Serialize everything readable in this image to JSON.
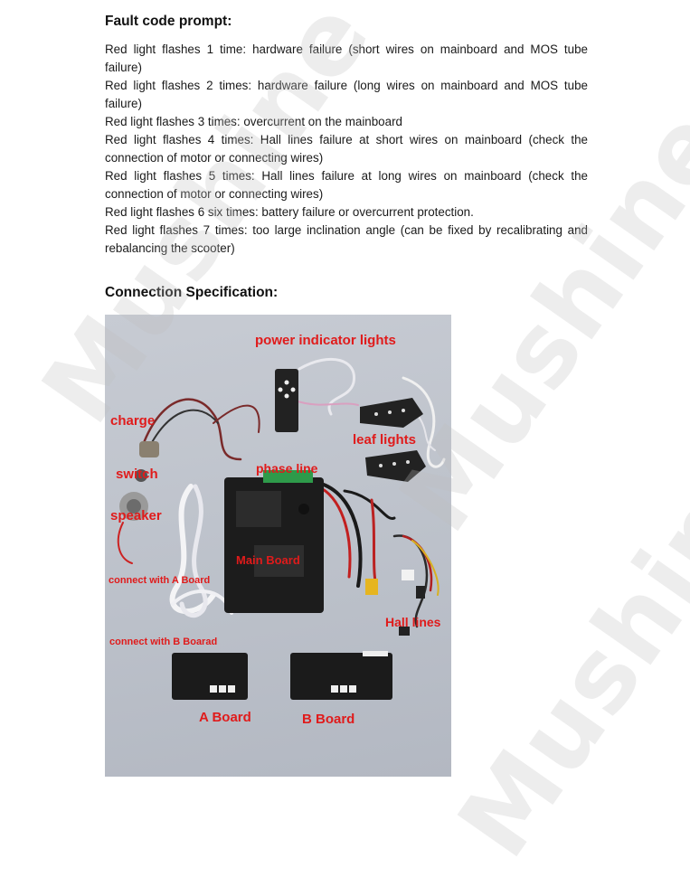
{
  "fault_section": {
    "title": "Fault code prompt:",
    "items": [
      "Red light flashes 1 time: hardware failure (short wires on mainboard and MOS tube failure)",
      "Red light flashes 2 times: hardware failure (long wires on mainboard and MOS tube failure)",
      "Red light flashes 3 times: overcurrent on the mainboard",
      "Red light flashes 4 times: Hall lines failure at short wires on mainboard (check the connection of motor or connecting wires)",
      "Red light flashes 5 times: Hall lines failure at long wires on mainboard (check the connection of motor or connecting wires)",
      "Red light flashes 6 six times: battery failure or overcurrent protection.",
      "Red light flashes 7 times: too large inclination angle (can be fixed by recalibrating and rebalancing the scooter)"
    ]
  },
  "connection_section": {
    "title": "Connection Specification:",
    "labels": {
      "power_indicator": "power indicator lights",
      "charge": "charge",
      "leaf_lights": "leaf lights",
      "switch": "switch",
      "phase_line": "phase line",
      "speaker": "speaker",
      "main_board": "Main Board",
      "connect_a": "connect with A Board",
      "hall_lines": "Hall lines",
      "connect_b": "connect with B Boarad",
      "a_board": "A Board",
      "b_board": "B Board"
    },
    "label_color": "#e01b1b"
  },
  "watermark": "Mushine"
}
